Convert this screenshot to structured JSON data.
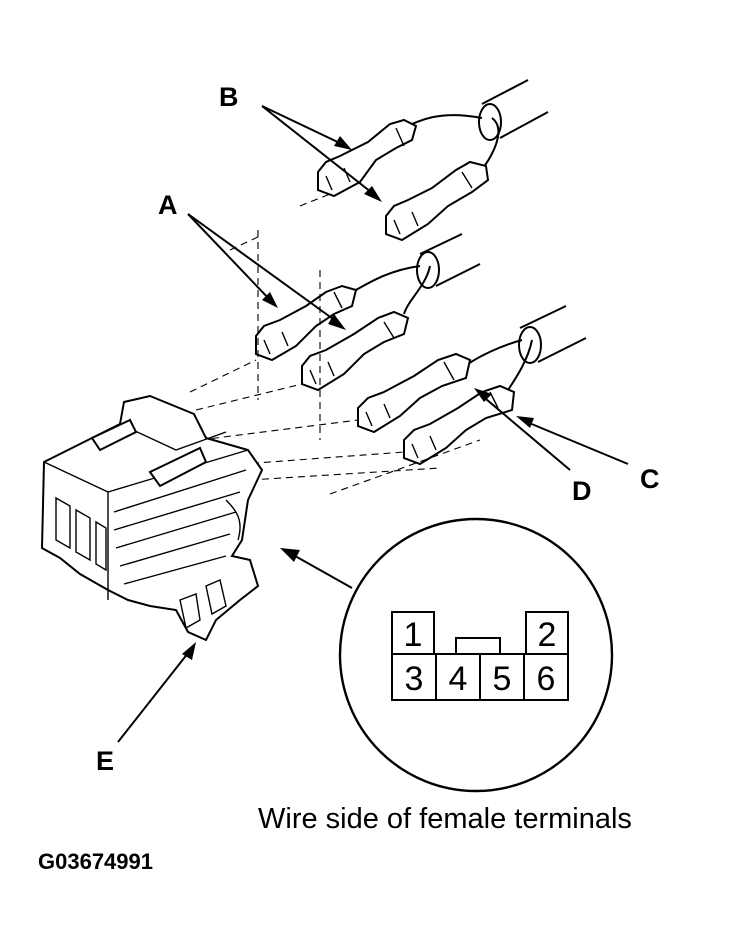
{
  "diagram": {
    "labels": {
      "a": "A",
      "b": "B",
      "c": "C",
      "d": "D",
      "e": "E"
    },
    "inset": {
      "pins": [
        "1",
        "2",
        "3",
        "4",
        "5",
        "6"
      ]
    },
    "caption": "Wire side of female terminals",
    "figure_code": "G03674991"
  }
}
